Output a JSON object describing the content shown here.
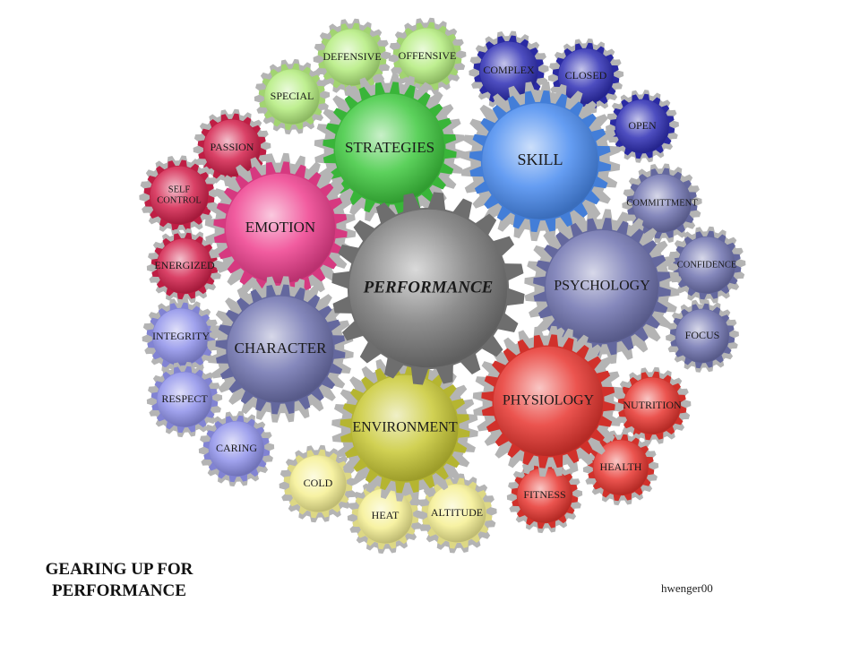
{
  "title": [
    "GEARING UP FOR",
    "PERFORMANCE"
  ],
  "credit": "hwenger00",
  "colors": {
    "gray": "#7a7a7a",
    "green": "#3fc93f",
    "blue": "#4a8cf0",
    "pink": "#ee3f8e",
    "lavender": "#6f73b0",
    "yellow": "#c9c936",
    "red": "#e83630",
    "lightgreen": "#b4ec7d",
    "navy": "#2f2fb5",
    "crimson": "#d4214c",
    "periwinkle": "#8f92ea",
    "palegold": "#f5f093",
    "outer_ring": "#b4b4b4"
  },
  "diagram": {
    "center": {
      "label": "PERFORMANCE",
      "color": "gray"
    },
    "main_gears": [
      {
        "label": "STRATEGIES",
        "color": "green",
        "children": [
          {
            "label": "DEFENSIVE",
            "color": "lightgreen"
          },
          {
            "label": "OFFENSIVE",
            "color": "lightgreen"
          },
          {
            "label": "SPECIAL",
            "color": "lightgreen"
          }
        ]
      },
      {
        "label": "SKILL",
        "color": "blue",
        "children": [
          {
            "label": "COMPLEX",
            "color": "navy"
          },
          {
            "label": "CLOSED",
            "color": "navy"
          },
          {
            "label": "OPEN",
            "color": "navy"
          }
        ]
      },
      {
        "label": "EMOTION",
        "color": "pink",
        "children": [
          {
            "label": "PASSION",
            "color": "crimson"
          },
          {
            "label": "SELF CONTROL",
            "color": "crimson"
          },
          {
            "label": "ENERGIZED",
            "color": "crimson"
          }
        ]
      },
      {
        "label": "PSYCHOLOGY",
        "color": "lavender",
        "children": [
          {
            "label": "COMMITTMENT",
            "color": "lavender"
          },
          {
            "label": "CONFIDENCE",
            "color": "lavender"
          },
          {
            "label": "FOCUS",
            "color": "lavender"
          }
        ]
      },
      {
        "label": "CHARACTER",
        "color": "lavender",
        "children": [
          {
            "label": "INTEGRITY",
            "color": "periwinkle"
          },
          {
            "label": "RESPECT",
            "color": "periwinkle"
          },
          {
            "label": "CARING",
            "color": "periwinkle"
          }
        ]
      },
      {
        "label": "PHYSIOLOGY",
        "color": "red",
        "children": [
          {
            "label": "NUTRITION",
            "color": "red"
          },
          {
            "label": "HEALTH",
            "color": "red"
          },
          {
            "label": "FITNESS",
            "color": "red"
          }
        ]
      },
      {
        "label": "ENVIRONMENT",
        "color": "yellow",
        "children": [
          {
            "label": "COLD",
            "color": "palegold"
          },
          {
            "label": "HEAT",
            "color": "palegold"
          },
          {
            "label": "ALTITUDE",
            "color": "palegold"
          }
        ]
      }
    ]
  }
}
